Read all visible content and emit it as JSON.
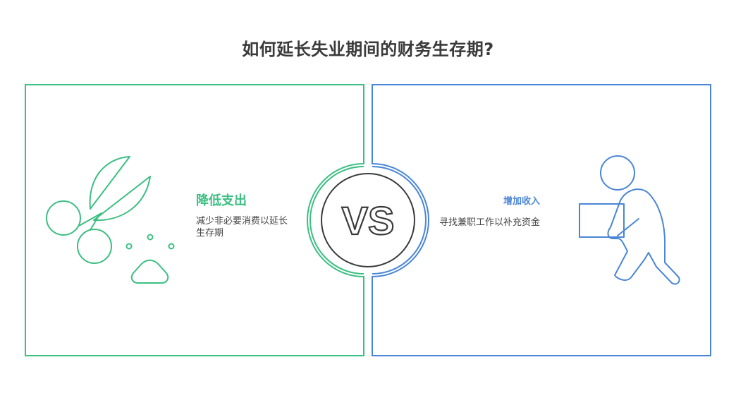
{
  "title": "如何延长失业期间的财务生存期?",
  "left_option": {
    "heading": "降低支出",
    "description": "减少非必要消费以延长生存期",
    "icon": "scissors-icon",
    "color": "#3cbf82"
  },
  "right_option": {
    "heading": "增加收入",
    "description": "寻找兼职工作以补充资金",
    "icon": "person-carrying-box-icon",
    "color": "#4a86d6"
  },
  "center_label": "VS",
  "colors": {
    "green": "#3cbf82",
    "blue": "#4a86d6",
    "dark": "#3a3a3a"
  }
}
